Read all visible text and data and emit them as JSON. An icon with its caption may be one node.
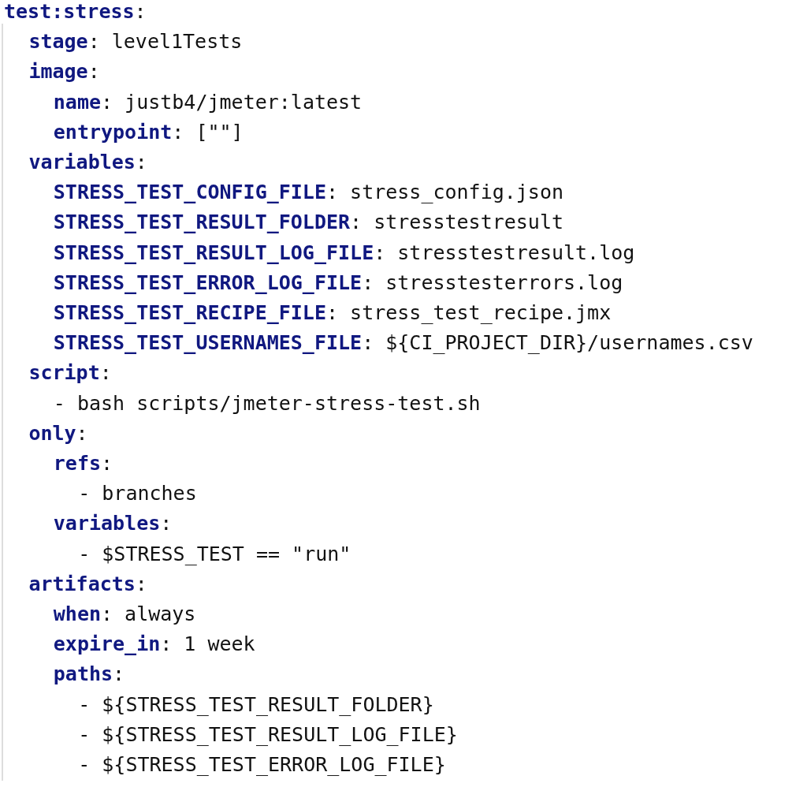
{
  "diagram": {
    "labels": [
      "**test:stress**:",
      "**stage**: level1Tests",
      "**image**:",
      "**name**: justb4/jmeter:latest",
      "**entrypoint**: [\"\"]",
      "**variables**:",
      "**STRESS_TEST_CONFIG_FILE**: stress_config.json",
      "**STRESS_TEST_RESULT_FOLDER**: stresstestresult",
      "**STRESS_TEST_RESULT_LOG_FILE**: stresstestresult.log",
      "**STRESS_TEST_ERROR_LOG_FILE**: stresstesterrors.log",
      "**STRESS_TEST_RECIPE_FILE**: stress_test_recipe.jmx",
      "**STRESS_TEST_USERNAMES_FILE**: ${CI_PROJECT_DIR}/usernames.csv",
      "**script**:",
      "- bash scripts/jmeter-stress-test.sh",
      "**only**:",
      "**refs**:",
      "- branches",
      "**variables**:",
      "- $STRESS_TEST == \"run\"",
      "**artifacts**:",
      "**when**: always",
      "**expire_in**: 1 week",
      "**paths**:",
      "- ${STRESS_TEST_RESULT_FOLDER}",
      "- ${STRESS_TEST_RESULT_LOG_FILE}",
      "- ${STRESS_TEST_ERROR_LOG_FILE}"
    ]
  }
}
